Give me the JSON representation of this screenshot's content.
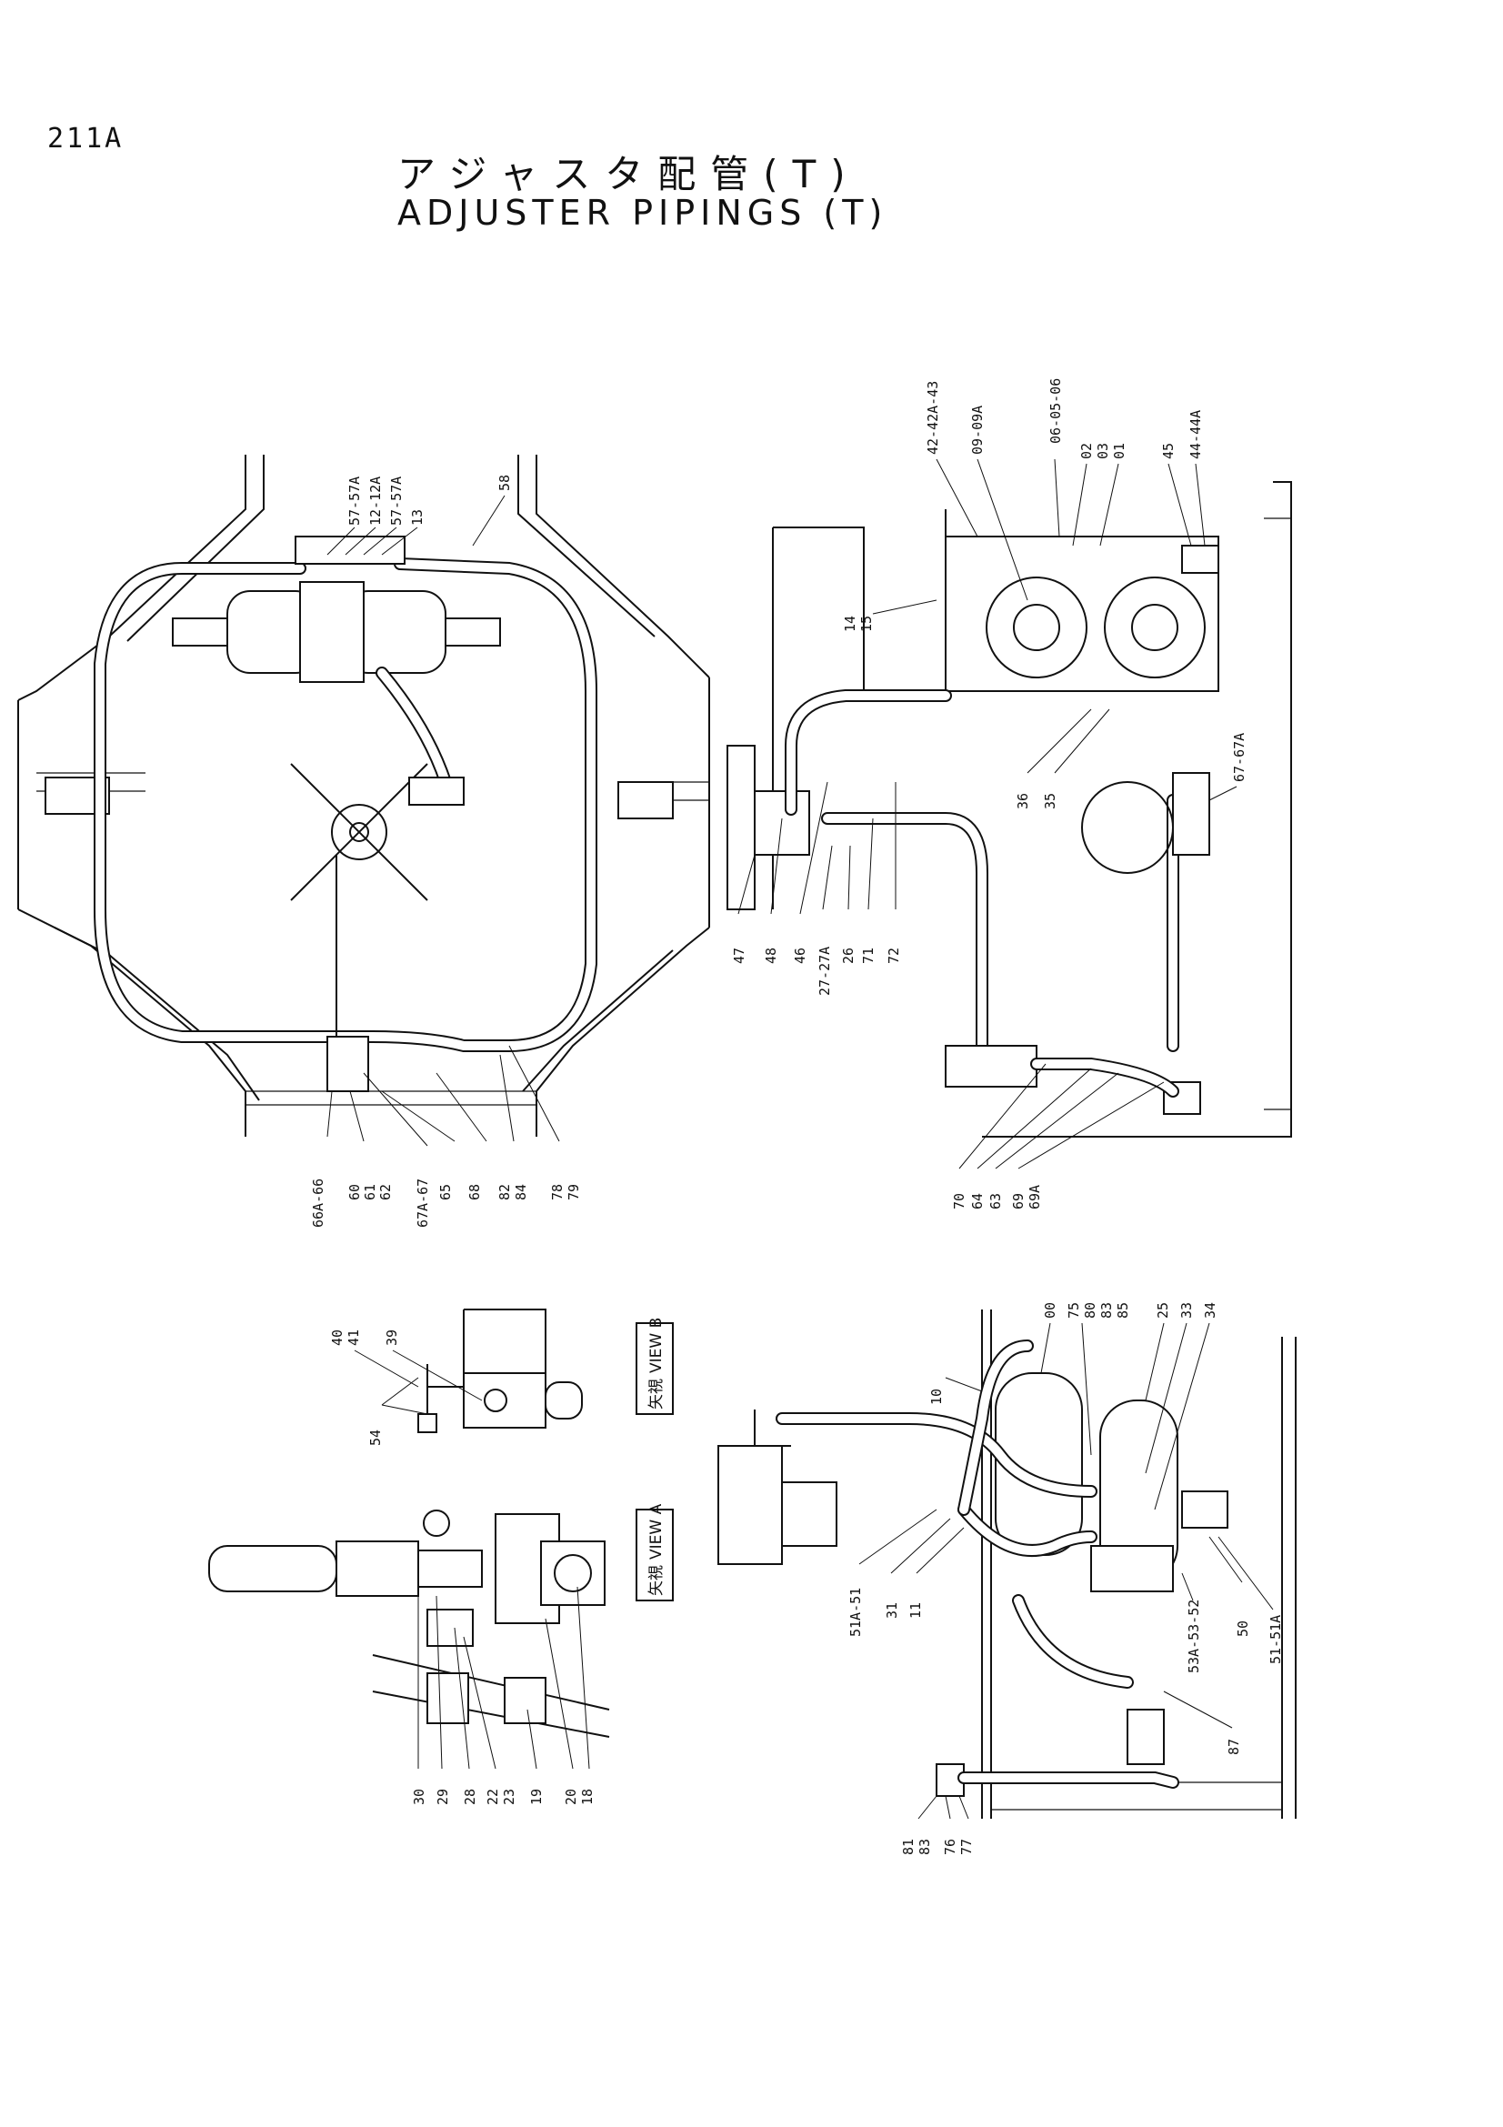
{
  "header": {
    "page_number": "211A",
    "title_jp": "アジャスタ配管(T)",
    "title_en": "ADJUSTER PIPINGS (T)"
  },
  "views": {
    "view_b": {
      "label_jp": "矢視",
      "label_en": "VIEW B"
    },
    "view_a": {
      "label_jp": "矢視",
      "label_en": "VIEW A"
    }
  },
  "part_labels": {
    "top_view": [
      "57-57A",
      "12-12A",
      "57-57A",
      "13",
      "58",
      "66A-66",
      "60",
      "61",
      "62",
      "67A-67",
      "65",
      "68",
      "82",
      "84",
      "78",
      "79"
    ],
    "side_view": [
      "42-42A-43",
      "09-09A",
      "06-05-06",
      "02",
      "03",
      "01",
      "45",
      "44-44A",
      "14",
      "15",
      "36",
      "35",
      "67-67A",
      "47",
      "48",
      "46",
      "27-27A",
      "26",
      "71",
      "72",
      "70",
      "64",
      "63",
      "69",
      "69A"
    ],
    "view_b": [
      "40",
      "41",
      "39",
      "54"
    ],
    "view_a": [
      "30",
      "29",
      "28",
      "22",
      "23",
      "19",
      "20",
      "18"
    ],
    "lower_view": [
      "10",
      "00",
      "75",
      "80",
      "83",
      "85",
      "25",
      "33",
      "34",
      "51A-51",
      "31",
      "11",
      "53A-53-52",
      "50",
      "51-51A",
      "87",
      "81",
      "83",
      "76",
      "77"
    ]
  }
}
